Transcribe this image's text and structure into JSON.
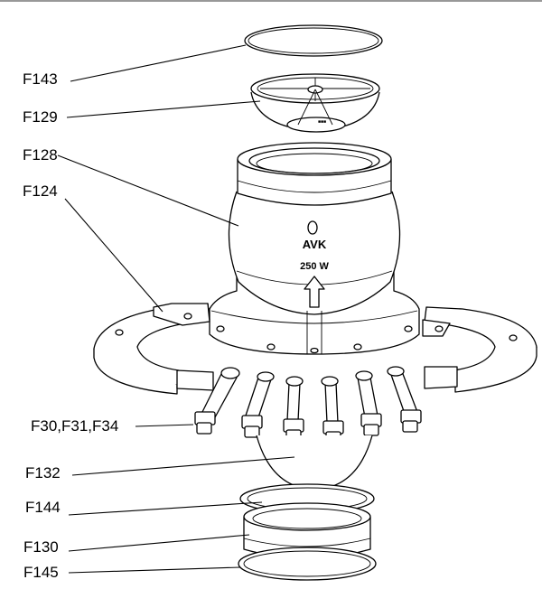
{
  "diagram": {
    "logo_text": "AVK",
    "model_text": "250 W",
    "labels": {
      "f143": "F143",
      "f129": "F129",
      "f128": "F128",
      "f124": "F124",
      "f30_31_34": "F30,F31,F34",
      "f132": "F132",
      "f144": "F144",
      "f130": "F130",
      "f145": "F145"
    }
  }
}
